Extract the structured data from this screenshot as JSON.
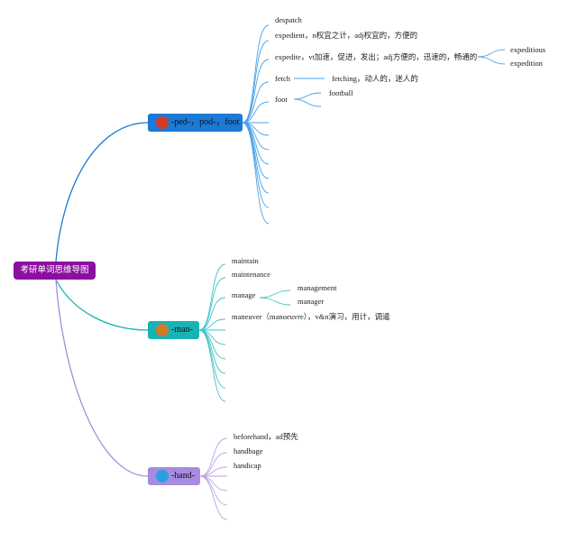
{
  "root": {
    "label": "考研单词思维导图"
  },
  "branches": {
    "ped": {
      "label": "-ped-，pod-，foot",
      "color": "#1a7ad6",
      "icon_color": "#d23a2a",
      "items": {
        "despatch": "despatch",
        "expedient": "expedient，n权宜之计，adj权宜的，方便的",
        "expedite": "expedite，vt加速，促进，发出；adj方便的，迅速的，畅通的",
        "expeditious": "expeditious",
        "expedition": "expedition",
        "fetch": "fetch",
        "fetching": "fetching，动人的，迷人的",
        "foot": "foot",
        "football": "football"
      }
    },
    "man": {
      "label": "-man-",
      "color": "#16b3b3",
      "icon_color": "#d07a2a",
      "items": {
        "maintain": "maintain",
        "maintenance": "maintenance",
        "manage": "manage",
        "management": "management",
        "manager": "manager",
        "maneuver": "maneuver（manoeuvre），v&n演习，用计，调遣"
      }
    },
    "hand": {
      "label": "-hand-",
      "color": "#a78be0",
      "icon_color": "#2a9fe0",
      "items": {
        "beforehand": "beforehand，ad预先",
        "handbage": "handbage",
        "handicap": "handicap"
      }
    }
  }
}
